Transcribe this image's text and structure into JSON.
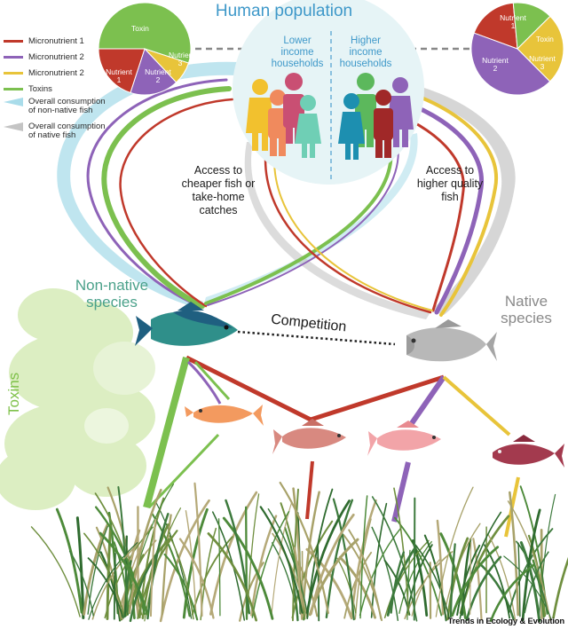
{
  "colors": {
    "micronutrient_1": "#c0392b",
    "micronutrient_2_purple": "#8e63b8",
    "micronutrient_2_yellow": "#e8c43a",
    "toxins": "#7cc04f",
    "non_native_consumption": "#a9dcea",
    "native_consumption": "#c4c4c4",
    "title_blue": "#3e98c9",
    "non_native_label": "#4aa18a",
    "native_label": "#8a8a8a"
  },
  "legend": [
    {
      "label": "Micronutrient 1",
      "color": "#c0392b"
    },
    {
      "label": "Micronutrient 2",
      "color": "#8e63b8"
    },
    {
      "label": "Micronutrient 2",
      "color": "#e8c43a"
    },
    {
      "label": "Toxins",
      "color": "#7cc04f"
    },
    {
      "label": "Overall consumption of non-native fish",
      "color": "#a9dcea"
    },
    {
      "label": "Overall consumption of native fish",
      "color": "#c4c4c4"
    }
  ],
  "title": "Human population",
  "households": {
    "lower": "Lower income households",
    "higher": "Higher income households"
  },
  "pies": {
    "left": {
      "slices": [
        {
          "label": "Toxin",
          "share": 0.55,
          "color": "#7cc04f"
        },
        {
          "label": "Nutrient 3",
          "share": 0.08,
          "color": "#e8c43a"
        },
        {
          "label": "Nutrient 2",
          "share": 0.17,
          "color": "#8e63b8"
        },
        {
          "label": "Nutrient 1",
          "share": 0.2,
          "color": "#c0392b"
        }
      ]
    },
    "right": {
      "slices": [
        {
          "label": "Nutrient 1",
          "share": 0.18,
          "color": "#c0392b"
        },
        {
          "label": "Toxin",
          "share": 0.14,
          "color": "#7cc04f"
        },
        {
          "label": "Nutrient 3",
          "share": 0.25,
          "color": "#e8c43a"
        },
        {
          "label": "Nutrient 2",
          "share": 0.43,
          "color": "#8e63b8"
        }
      ]
    }
  },
  "access": {
    "left": "Access to cheaper fish or take-home catches",
    "right": "Access to higher quality fish"
  },
  "species": {
    "non_native": "Non-native species",
    "native": "Native species"
  },
  "competition": "Competition",
  "toxins_label": "Toxins",
  "credit": "Trends in Ecology & Evolution",
  "people_colors": {
    "lower": [
      "#f2c12e",
      "#f08a5d",
      "#c94f73",
      "#6fcfb5"
    ],
    "higher": [
      "#5cb85c",
      "#1d8fb0",
      "#a02828",
      "#8e63b8"
    ]
  }
}
